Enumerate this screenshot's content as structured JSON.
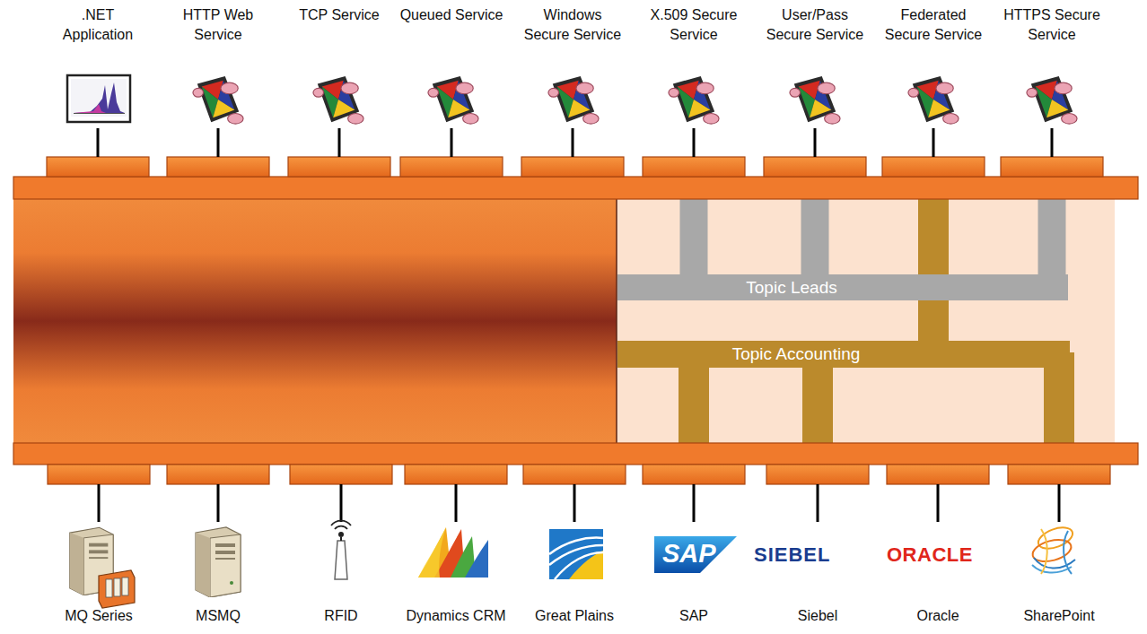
{
  "diagram": {
    "nodes": [
      {
        "text": [
          ".NET Application"
        ]
      },
      {
        "text": [
          "HTTP Web Service"
        ]
      },
      {
        "text": [
          "TCP Service"
        ]
      },
      {
        "text": [
          "Queued Service"
        ]
      },
      {
        "text": [
          "Windows Secure Service"
        ]
      },
      {
        "text": [
          "X.509 Secure Service"
        ]
      },
      {
        "text": [
          "User/Pass Secure Service"
        ]
      },
      {
        "text": [
          "Federated Secure Service"
        ]
      },
      {
        "text": [
          "HTTPS Secure Service"
        ]
      },
      {
        "text": [
          "Topic Leads"
        ]
      },
      {
        "text": [
          "Topic Accounting"
        ]
      },
      {
        "text": [
          "MQ Series"
        ]
      },
      {
        "text": [
          "MSMQ"
        ]
      },
      {
        "text": [
          "RFID"
        ]
      },
      {
        "text": [
          "Dynamics CRM"
        ]
      },
      {
        "text": [
          "Great Plains"
        ]
      },
      {
        "text": [
          "SAP"
        ]
      },
      {
        "text": [
          "Siebel"
        ]
      },
      {
        "text": [
          "Oracle"
        ]
      },
      {
        "text": [
          "SharePoint"
        ]
      }
    ],
    "edges": [
      {
        "from": 9,
        "to": 5,
        "arrow": "none"
      },
      {
        "from": 9,
        "to": 6,
        "arrow": "none"
      },
      {
        "from": 9,
        "to": 8,
        "arrow": "none"
      },
      {
        "from": 10,
        "to": 7,
        "arrow": "none"
      },
      {
        "from": 10,
        "to": 16,
        "arrow": "none"
      },
      {
        "from": 10,
        "to": 17,
        "arrow": "none"
      },
      {
        "from": 10,
        "to": 19,
        "arrow": "none"
      }
    ],
    "labels": [
      "SAP",
      "SIEBEL",
      "ORACLE"
    ]
  }
}
